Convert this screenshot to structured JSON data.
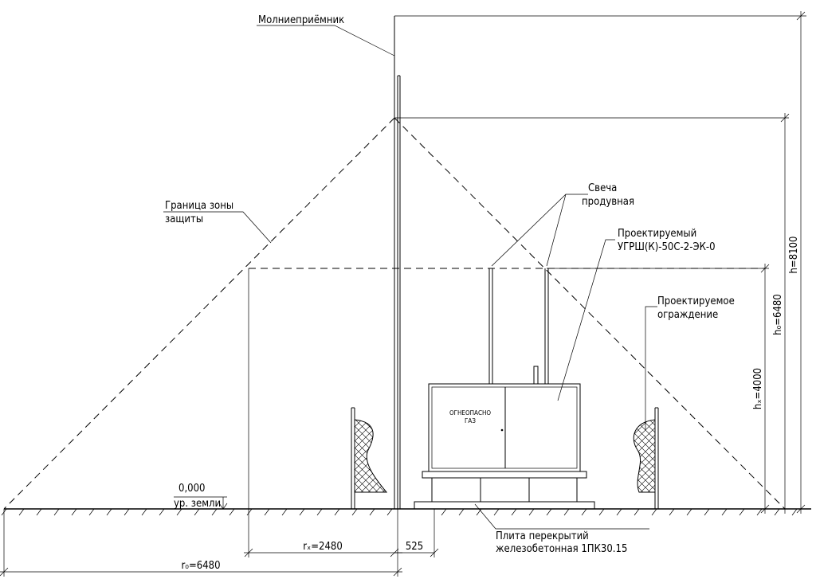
{
  "labels": {
    "lightning_rod": "Молниеприёмник",
    "zone_boundary_1": "Граница зоны",
    "zone_boundary_2": "защиты",
    "candle_1": "Свеча",
    "candle_2": "продувная",
    "ugrsh_1": "Проектируемый",
    "ugrsh_2": "УГРШ(К)-50С-2-ЭК-0",
    "fence_1": "Проектируемое",
    "fence_2": "ограждение",
    "slab_1": "Плита перекрытий",
    "slab_2": "железобетонная 1ПК30.15",
    "ground_level_value": "0,000",
    "ground_level_label": "ур. земли",
    "cabinet_warning_1": "ОГНЕОПАСНО",
    "cabinet_warning_2": "ГАЗ"
  },
  "dimensions": {
    "h": "h=8100",
    "h0": "h₀=6480",
    "hx": "hₓ=4000",
    "rx": "rₓ=2480",
    "r0": "r₀=6480",
    "offset": "525"
  }
}
